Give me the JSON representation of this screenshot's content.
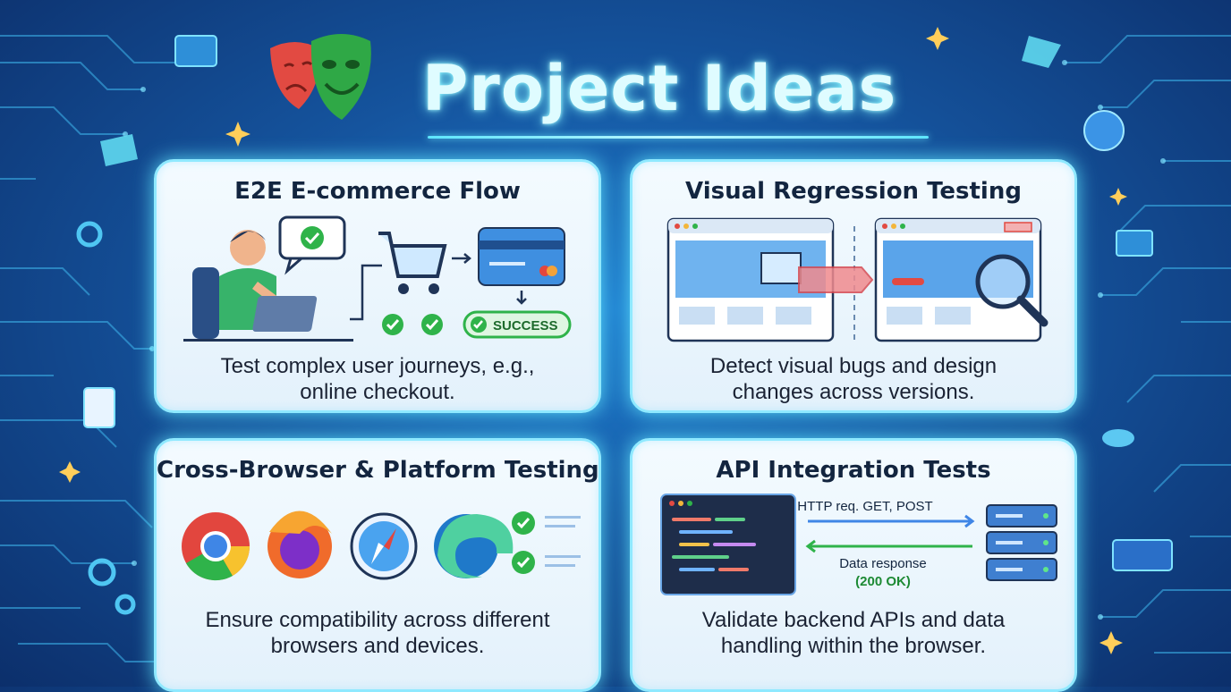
{
  "title": "Project Ideas",
  "colors": {
    "accent": "#5fe6ff",
    "background": "#15549e",
    "success": "#2fb34a",
    "card": "#eef7fd"
  },
  "cards": [
    {
      "title": "E2E E-commerce Flow",
      "desc_line1": "Test complex user journeys, e.g.,",
      "desc_line2": "online checkout.",
      "success_label": "SUCCESS",
      "icons": [
        "person-laptop-icon",
        "chat-check-icon",
        "shopping-cart-icon",
        "credit-card-icon",
        "check-icon"
      ]
    },
    {
      "title": "Visual Regression Testing",
      "desc_line1": "Detect visual bugs and design",
      "desc_line2": "changes across versions.",
      "icons": [
        "webpage-mockup-icon",
        "magnifier-icon",
        "diff-arrow-icon"
      ]
    },
    {
      "title": "Cross-Browser & Platform Testing",
      "desc_line1": "Ensure compatibility across different",
      "desc_line2": "browsers and devices.",
      "icons": [
        "chrome-icon",
        "firefox-icon",
        "safari-icon",
        "edge-icon",
        "checklist-icon"
      ]
    },
    {
      "title": "API Integration Tests",
      "desc_line1": "Validate backend APIs and data",
      "desc_line2": "handling within the browser.",
      "request_label": "HTTP req. GET, POST",
      "response_label": "Data response",
      "status_label": "(200 OK)",
      "icons": [
        "code-editor-icon",
        "server-icon"
      ]
    }
  ]
}
